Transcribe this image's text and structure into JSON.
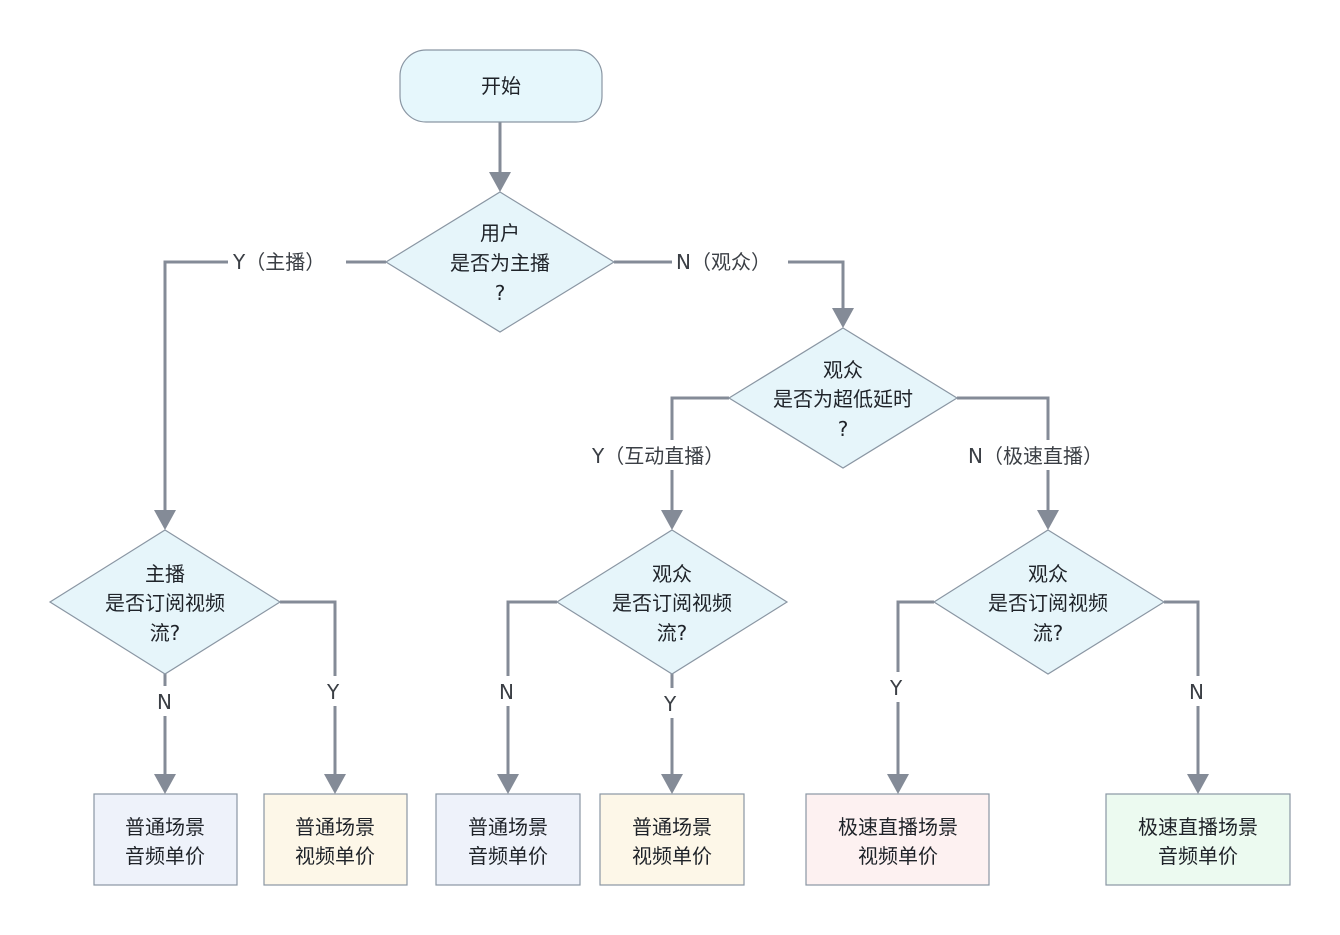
{
  "start": {
    "label": "开始"
  },
  "decisions": {
    "user_type": {
      "lines": [
        "用户",
        "是否为主播",
        "?"
      ]
    },
    "audience_latency": {
      "lines": [
        "观众",
        "是否为超低延时",
        "?"
      ]
    },
    "anchor_video": {
      "lines": [
        "主播",
        "是否订阅视频",
        "流?"
      ]
    },
    "interactive_video": {
      "lines": [
        "观众",
        "是否订阅视频",
        "流?"
      ]
    },
    "fast_video": {
      "lines": [
        "观众",
        "是否订阅视频",
        "流?"
      ]
    }
  },
  "edge_labels": {
    "anchor_yes": "Y（主播）",
    "audience_no": "N（观众）",
    "interactive_yes": "Y（互动直播）",
    "fast_no": "N（极速直播）",
    "anchor_video_no": "N",
    "anchor_video_yes": "Y",
    "interactive_video_no": "N",
    "interactive_video_yes": "Y",
    "fast_video_yes": "Y",
    "fast_video_no": "N"
  },
  "results": {
    "r1": {
      "lines": [
        "普通场景",
        "音频单价"
      ]
    },
    "r2": {
      "lines": [
        "普通场景",
        "视频单价"
      ]
    },
    "r3": {
      "lines": [
        "普通场景",
        "音频单价"
      ]
    },
    "r4": {
      "lines": [
        "普通场景",
        "视频单价"
      ]
    },
    "r5": {
      "lines": [
        "极速直播场景",
        "视频单价"
      ]
    },
    "r6": {
      "lines": [
        "极速直播场景",
        "音频单价"
      ]
    }
  },
  "colors": {
    "audio_normal": "#eef2fa",
    "video_normal": "#fdf7e8",
    "video_fast": "#fdf1f1",
    "audio_fast": "#ecfaf0",
    "edge": "#848b97"
  }
}
